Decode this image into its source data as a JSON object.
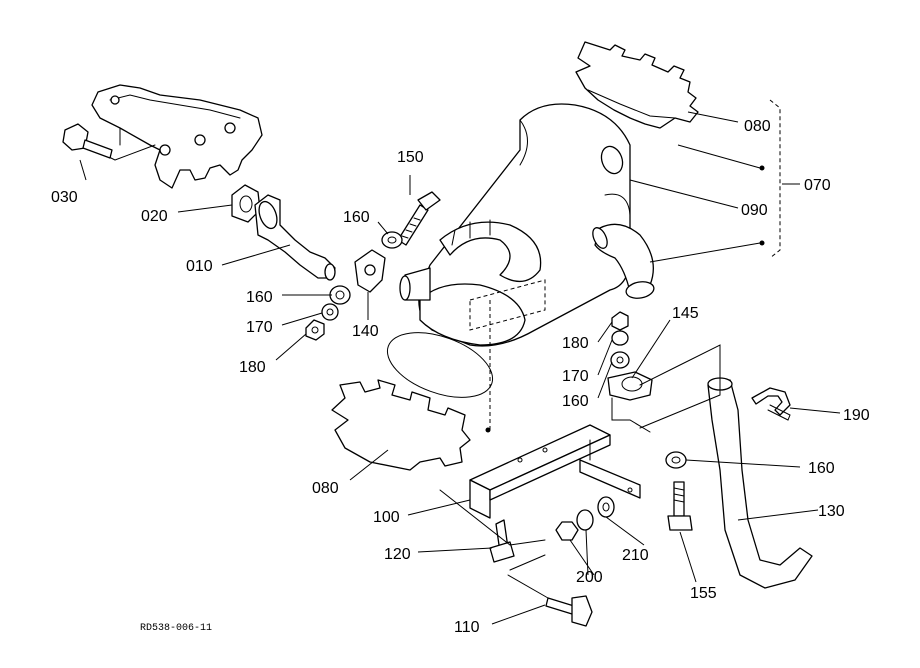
{
  "callouts": [
    {
      "id": "080_top",
      "label": "080"
    },
    {
      "id": "070",
      "label": "070"
    },
    {
      "id": "090",
      "label": "090"
    },
    {
      "id": "150",
      "label": "150"
    },
    {
      "id": "160_a",
      "label": "160"
    },
    {
      "id": "030",
      "label": "030"
    },
    {
      "id": "020",
      "label": "020"
    },
    {
      "id": "010",
      "label": "010"
    },
    {
      "id": "160_b",
      "label": "160"
    },
    {
      "id": "170_a",
      "label": "170"
    },
    {
      "id": "140",
      "label": "140"
    },
    {
      "id": "180_a",
      "label": "180"
    },
    {
      "id": "145",
      "label": "145"
    },
    {
      "id": "180_b",
      "label": "180"
    },
    {
      "id": "170_b",
      "label": "170"
    },
    {
      "id": "160_c",
      "label": "160"
    },
    {
      "id": "190",
      "label": "190"
    },
    {
      "id": "160_d",
      "label": "160"
    },
    {
      "id": "080_bottom",
      "label": "080"
    },
    {
      "id": "100",
      "label": "100"
    },
    {
      "id": "130",
      "label": "130"
    },
    {
      "id": "120",
      "label": "120"
    },
    {
      "id": "210",
      "label": "210"
    },
    {
      "id": "200",
      "label": "200"
    },
    {
      "id": "155",
      "label": "155"
    },
    {
      "id": "110",
      "label": "110"
    }
  ],
  "drawing_code": "RD538-006-11"
}
